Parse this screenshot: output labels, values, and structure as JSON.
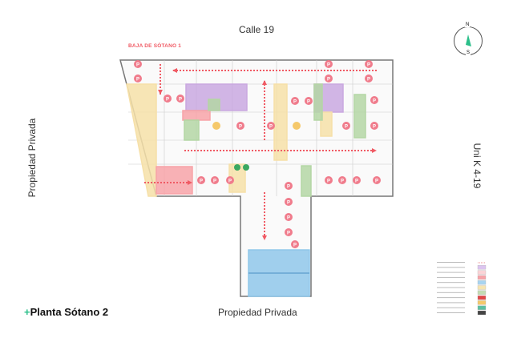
{
  "plan": {
    "title_plus": "+",
    "title": "Planta Sótano 2",
    "street_top": "Calle 19",
    "left_label": "Propiedad Privada",
    "right_label": "Uni K 4-19",
    "bottom_label": "Propiedad Privada",
    "ramp_label": "BAJA DE SÓTANO 1",
    "parking_symbol": "P",
    "compass": {
      "north": "N",
      "south": "S"
    }
  },
  "colors": {
    "parking": "#f07c8c",
    "arrow": "#f05a64",
    "purple": "#c9a8e0",
    "pink": "#f7a3a8",
    "blue": "#8fc7ea",
    "yellow": "#f6e0a8",
    "green": "#b4d6a4",
    "accent": "#2bbf8a"
  },
  "legend_swatches": [
    "none",
    "#dcc4ef",
    "#fbd3d6",
    "#f7a3a8",
    "#a8d4f0",
    "#f6e4b0",
    "#c3dcb4",
    "#e04848",
    "#f5c86a",
    "#5dbfa0",
    "#444444"
  ]
}
